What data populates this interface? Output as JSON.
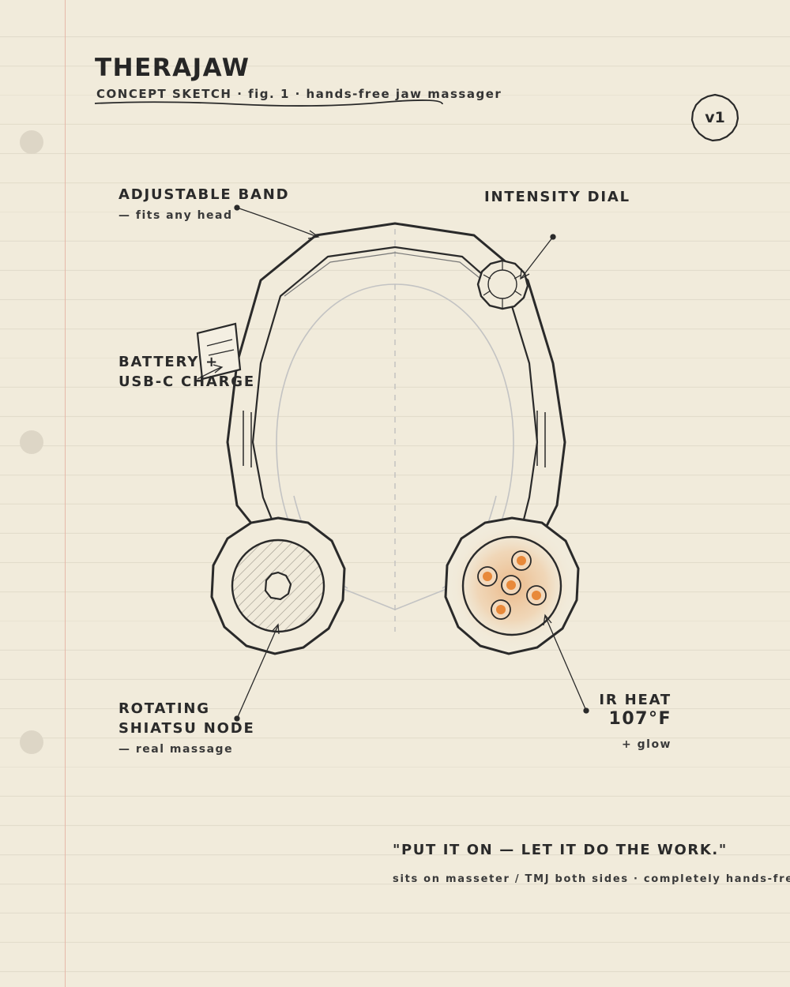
{
  "header": {
    "title": "THERAJAW",
    "subtitle": "CONCEPT SKETCH  ·  fig. 1  ·  hands-free jaw massager",
    "version": "v1"
  },
  "callouts": {
    "band": {
      "label": "ADJUSTABLE BAND",
      "note": "— fits any head"
    },
    "dial": {
      "label": "INTENSITY DIAL"
    },
    "battery": {
      "line1": "BATTERY +",
      "line2": "USB-C CHARGE"
    },
    "shiatsu": {
      "line1": "ROTATING",
      "line2": "SHIATSU NODE",
      "note": "— real massage"
    },
    "heat": {
      "label": "IR HEAT",
      "value": "107°F",
      "note": "+ glow"
    }
  },
  "footer": {
    "quote": "\"PUT IT ON — LET IT DO THE WORK.\"",
    "tagline": "sits on masseter / TMJ both sides  · completely hands-free"
  },
  "colors": {
    "paper": "#f1ebdb",
    "ink": "#2a2a2a",
    "heat_orange": "#e8893a",
    "heat_glow": "#efc9a0",
    "margin_line": "#e6b8a8"
  }
}
